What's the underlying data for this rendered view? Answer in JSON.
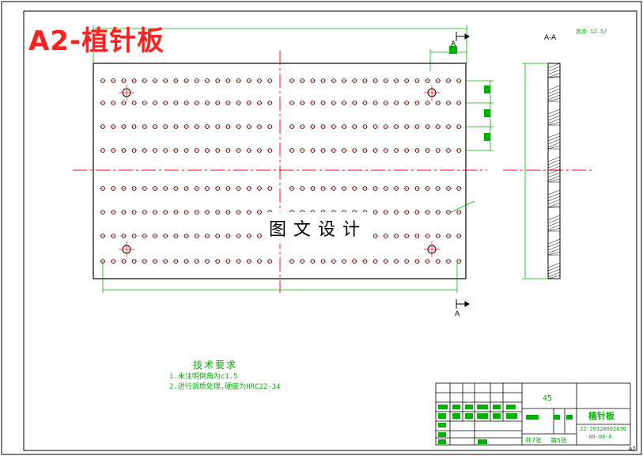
{
  "drawing": {
    "title": "A2-植针板",
    "watermark": "图文设计",
    "section_label": "A-A",
    "section_mark_top": "A",
    "section_mark_bottom": "A",
    "roughness_note": "其余 12.5/",
    "sheet_size": "A2"
  },
  "technical_requirements": {
    "title": "技术要求",
    "items": [
      "1.未注明倒角为c1.5",
      "2.进行调质处理,硬度为HRC22-34"
    ]
  },
  "title_block": {
    "material": "45",
    "part_name": "植针板",
    "drawing_no_line1": "JZ-20120602630",
    "drawing_no_line2": "-00-00-0",
    "sheet_count": "共7张",
    "sheet_index": "第5张"
  },
  "colors": {
    "outline": "#000000",
    "dimension": "#00b000",
    "centerline": "#ff0000",
    "title": "#ff2020"
  }
}
